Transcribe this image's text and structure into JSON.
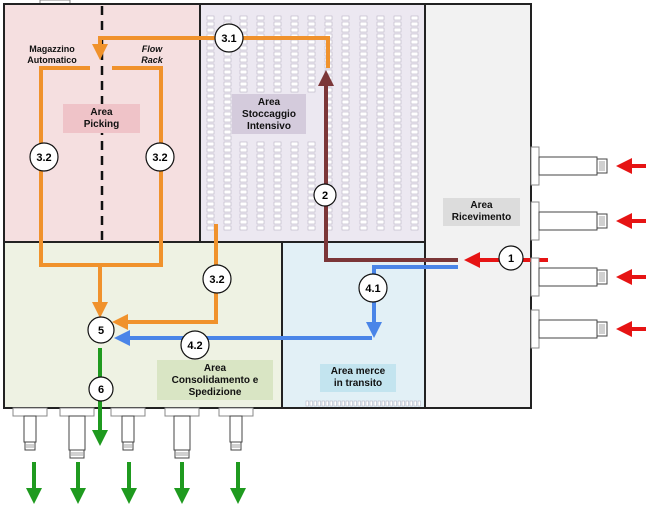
{
  "areas": {
    "magazzino": [
      "Magazzino",
      "Automatico"
    ],
    "flow_rack": [
      "Flow",
      "Rack"
    ],
    "picking": [
      "Area",
      "Picking"
    ],
    "stoccaggio": [
      "Area",
      "Stoccaggio",
      "Intensivo"
    ],
    "ricevimento": [
      "Area",
      "Ricevimento"
    ],
    "consolidamento": [
      "Area",
      "Consolidamento e",
      "Spedizione"
    ],
    "transito": [
      "Area merce",
      "in transito"
    ]
  },
  "steps": {
    "s1": "1",
    "s2": "2",
    "s31": "3.1",
    "s32a": "3.2",
    "s32b": "3.2",
    "s32c": "3.2",
    "s41": "4.1",
    "s42": "4.2",
    "s5": "5",
    "s6": "6"
  },
  "colors": {
    "picking_zone": "#f5dfe0",
    "storage_zone": "#ece8f1",
    "receiving_zone": "#f2f2f2",
    "shipping_zone": "#eef2e3",
    "transit_zone": "#e2f0f6",
    "orange_flow": "#f0922c",
    "brown_flow": "#7b3638",
    "blue_flow": "#4a85e8",
    "green_flow": "#1f9a1f",
    "red_arrow": "#e61414"
  }
}
